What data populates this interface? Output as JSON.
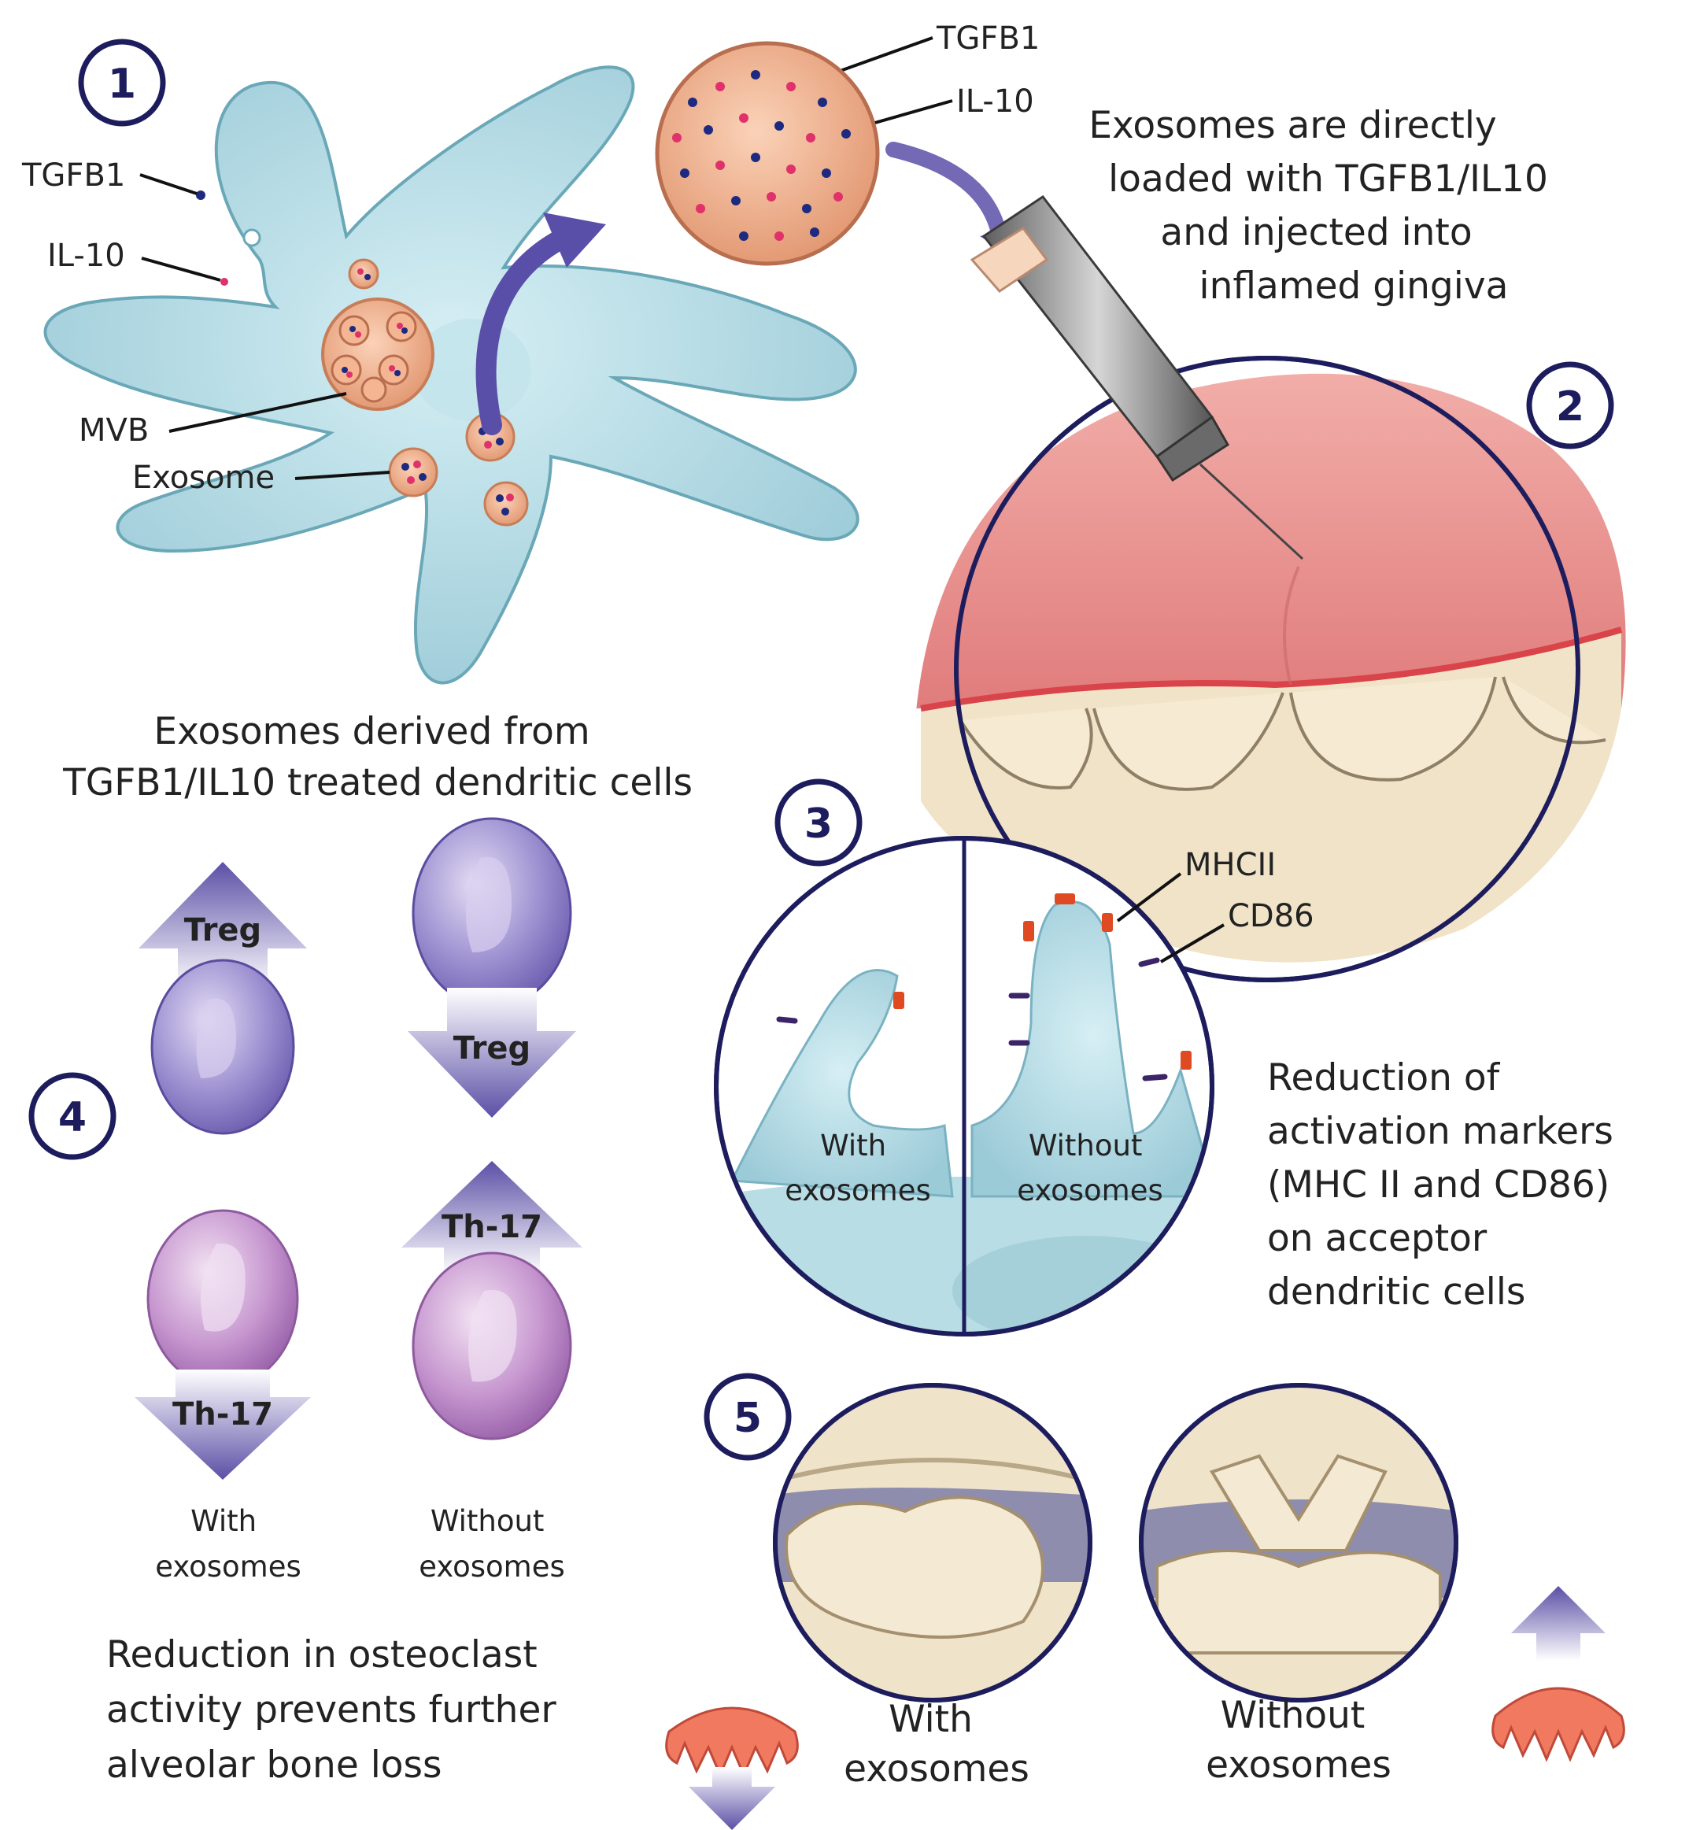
{
  "panel1": {
    "step": "1",
    "labels": {
      "tgfb1_left": "TGFB1",
      "il10_left": "IL-10",
      "mvb": "MVB",
      "exosome": "Exosome",
      "tgfb1_zoom": "TGFB1",
      "il10_zoom": "IL-10"
    },
    "caption": [
      "Exosomes derived from",
      "TGFB1/IL10 treated dendritic cells"
    ]
  },
  "panel2": {
    "step": "2",
    "caption": [
      "Exosomes are directly",
      "loaded with TGFB1/IL10",
      "and injected into",
      "inflamed gingiva"
    ]
  },
  "panel3": {
    "step": "3",
    "labels": {
      "mhcii": "MHCII",
      "cd86": "CD86",
      "with": [
        "With",
        "exosomes"
      ],
      "without": [
        "Without",
        "exosomes"
      ]
    },
    "caption": [
      "Reduction of",
      "activation markers",
      "(MHC II and CD86)",
      "on acceptor",
      "dendritic cells"
    ]
  },
  "panel4": {
    "step": "4",
    "arrows": {
      "treg_up": "Treg",
      "treg_down": "Treg",
      "th17_down": "Th-17",
      "th17_up": "Th-17"
    },
    "with": [
      "With",
      "exosomes"
    ],
    "without": [
      "Without",
      "exosomes"
    ]
  },
  "panel5": {
    "step": "5",
    "caption": [
      "Reduction in osteoclast",
      "activity prevents further",
      "alveolar bone loss"
    ],
    "with": [
      "With",
      "exosomes"
    ],
    "without": [
      "Without",
      "exosomes"
    ]
  },
  "colors": {
    "cell": "#a9d6e0",
    "cell_outline": "#5f9fb0",
    "vesicle": "#e9a47f",
    "navy": "#1d1d5e",
    "arrow_purple": "#5a4fa8",
    "gum": "#e58e8c",
    "tooth": "#f0e3c8",
    "dot_red": "#e0316b",
    "dot_blue": "#1d2a80"
  }
}
